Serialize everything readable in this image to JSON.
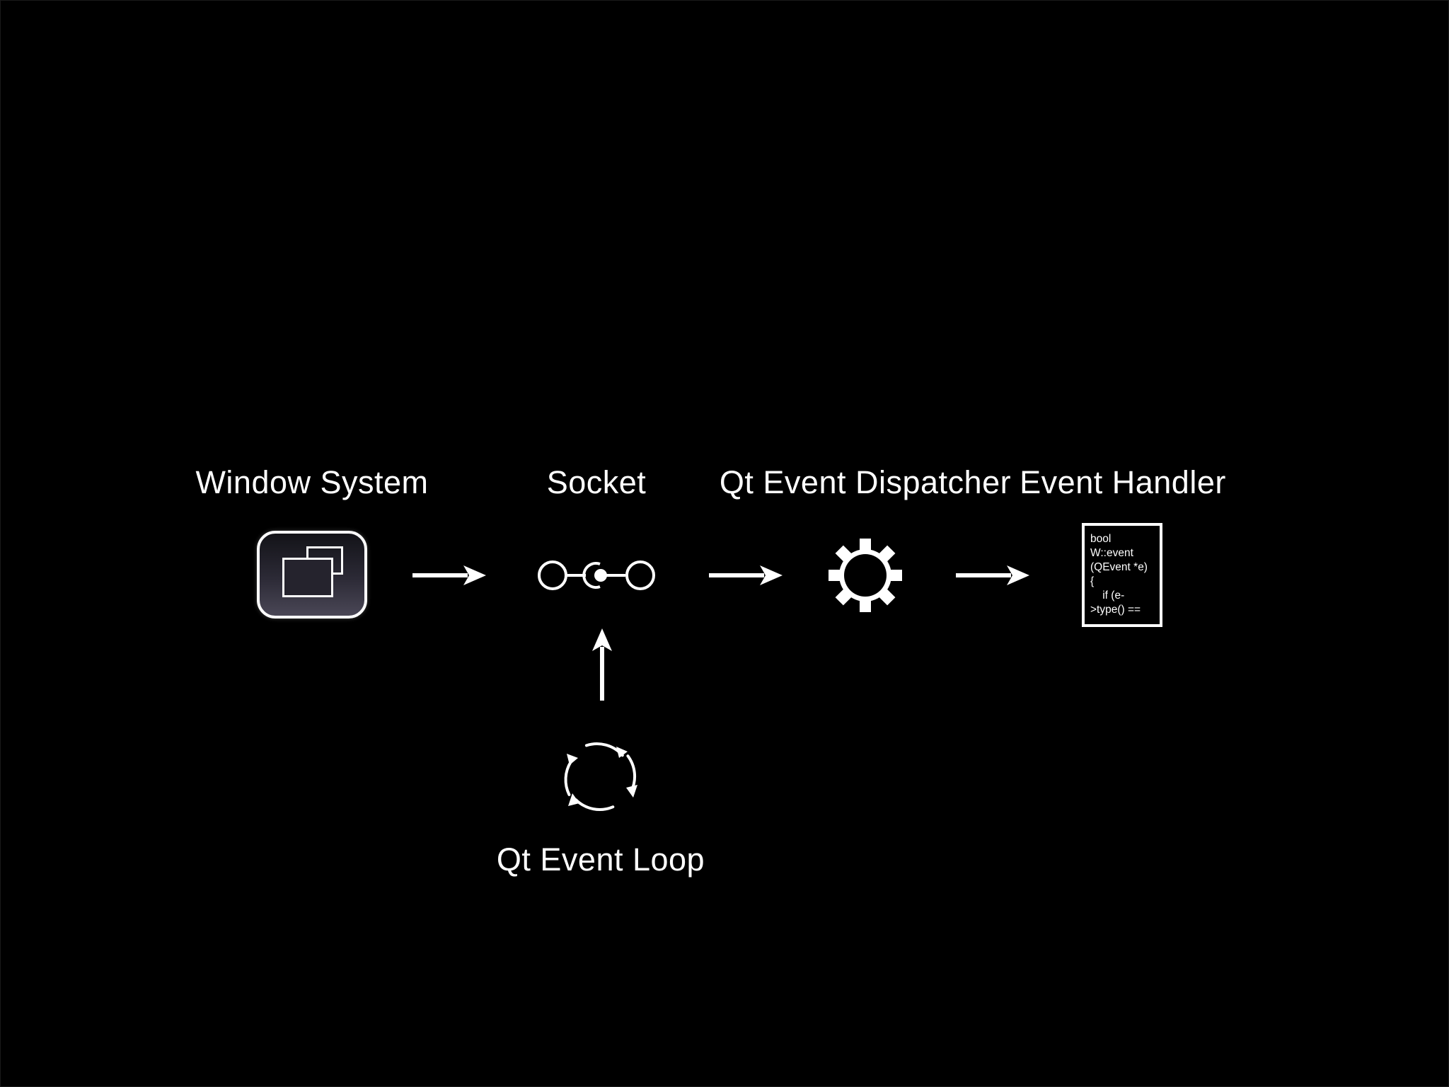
{
  "diagram": {
    "background": "#000000",
    "foreground": "#ffffff",
    "nodes": {
      "window_system": {
        "label": "Window System",
        "icon": "window-system-icon"
      },
      "socket": {
        "label": "Socket",
        "icon": "socket-icon"
      },
      "dispatcher": {
        "label": "Qt Event Dispatcher",
        "icon": "gear-icon"
      },
      "handler": {
        "label": "Event Handler",
        "icon": "code-document-icon",
        "code_lines": [
          "bool",
          "W::event",
          "(QEvent *e)",
          "{",
          "    if (e-",
          ">type() =="
        ]
      },
      "event_loop": {
        "label": "Qt Event Loop",
        "icon": "cycle-icon"
      }
    },
    "edges": [
      {
        "from": "Window System",
        "to": "Socket"
      },
      {
        "from": "Socket",
        "to": "Qt Event Dispatcher"
      },
      {
        "from": "Qt Event Dispatcher",
        "to": "Event Handler"
      },
      {
        "from": "Qt Event Loop",
        "to": "Socket"
      }
    ]
  }
}
